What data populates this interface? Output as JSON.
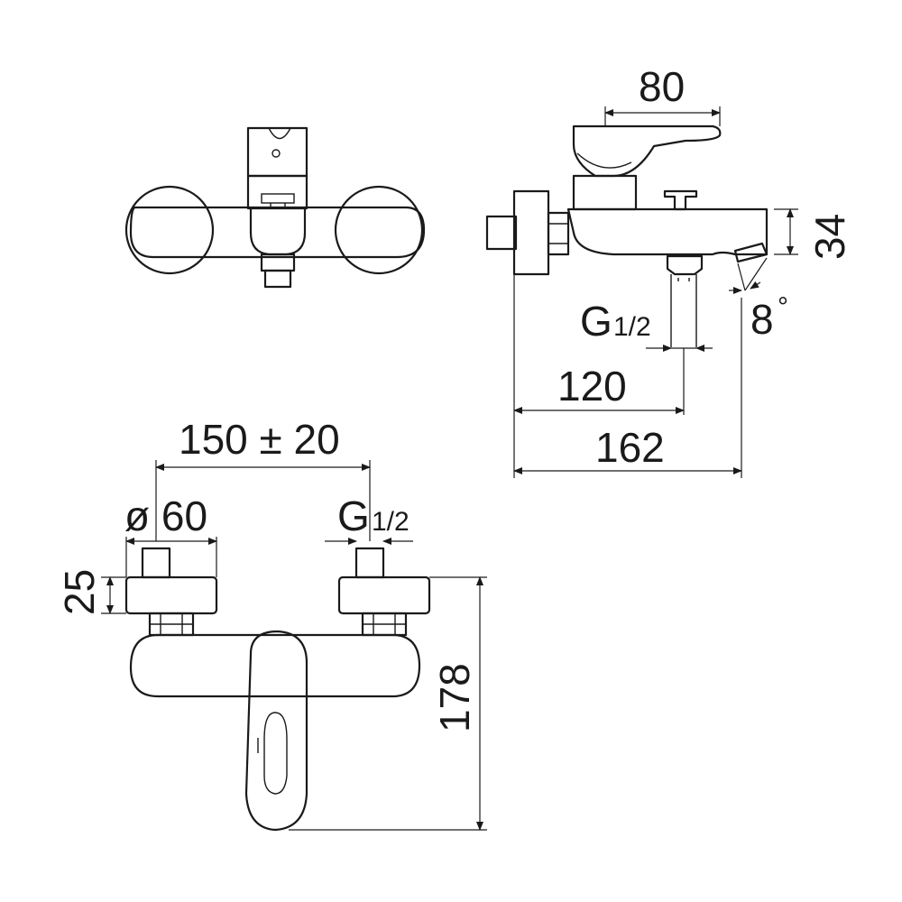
{
  "views": {
    "top": {
      "name": "top view"
    },
    "side": {
      "dimensions": {
        "lever_length": "80",
        "body_height": "34",
        "outlet_thread_prefix": "G",
        "outlet_thread_fraction": "1/2",
        "angle": "8",
        "angle_unit": "°",
        "outlet_distance": "120",
        "overall_depth": "162"
      }
    },
    "front": {
      "dimensions": {
        "center_distance": "150 ± 20",
        "escutcheon_diameter": "ø 60",
        "inlet_thread_prefix": "G",
        "inlet_thread_fraction": "1/2",
        "escutcheon_height": "25",
        "overall_height": "178"
      }
    }
  }
}
